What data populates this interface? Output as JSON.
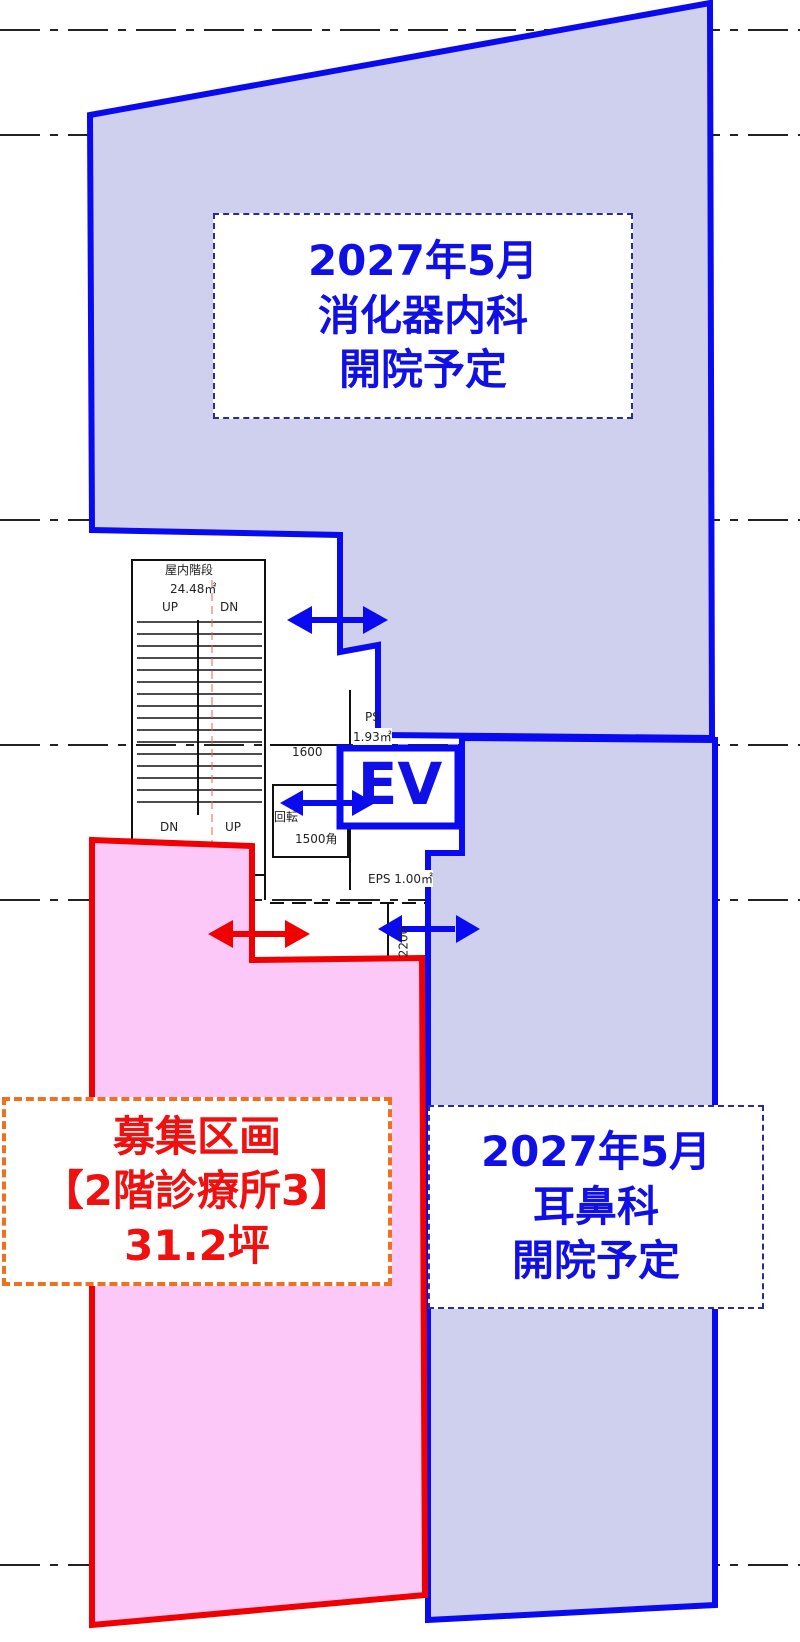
{
  "colors": {
    "tenant_fill": "#cfd0ee",
    "tenant_line": "#0a0af0",
    "vacant_fill": "#fbc8f8",
    "vacant_line": "#f00000",
    "label_border": "#f07020"
  },
  "top_unit": {
    "line1": "2027年5月",
    "line2": "消化器内科",
    "line3": "開院予定"
  },
  "right_unit": {
    "line1": "2027年5月",
    "line2": "耳鼻科",
    "line3": "開院予定"
  },
  "vacant_unit": {
    "line1": "募集区画",
    "line2": "【2階診療所3】",
    "line3": "31.2坪"
  },
  "ev_label": "EV",
  "plan_text": {
    "stair": "屋内階段",
    "stair_area": "24.48㎡",
    "up1": "UP",
    "dn1": "DN",
    "dn2": "DN",
    "up2": "UP",
    "ps": "PS",
    "ps_area": "1.93㎡",
    "dim1600": "1600",
    "kaiten": "回転",
    "dim1500": "1500角",
    "eps": "EPS 1.00㎡",
    "dim2200": "2200"
  }
}
